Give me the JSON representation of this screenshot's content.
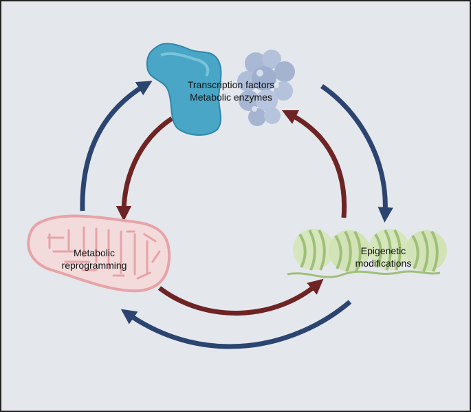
{
  "labels": {
    "transcription": [
      "Transcription factors",
      "Metabolic enzymes"
    ],
    "metabolic": [
      "Metabolic",
      "reprogramming"
    ],
    "epigenetic": [
      "Epigenetic",
      "modifications"
    ]
  },
  "colors": {
    "background": "#e4e7ec",
    "outer_arrows": "#2b4470",
    "inner_arrows": "#6e2424",
    "transcription_factor": "#4aa6c6",
    "enzyme": "#a9b8d4",
    "mitochondrion": "#e7a3a7",
    "nucleosome": "#c6dba5"
  }
}
